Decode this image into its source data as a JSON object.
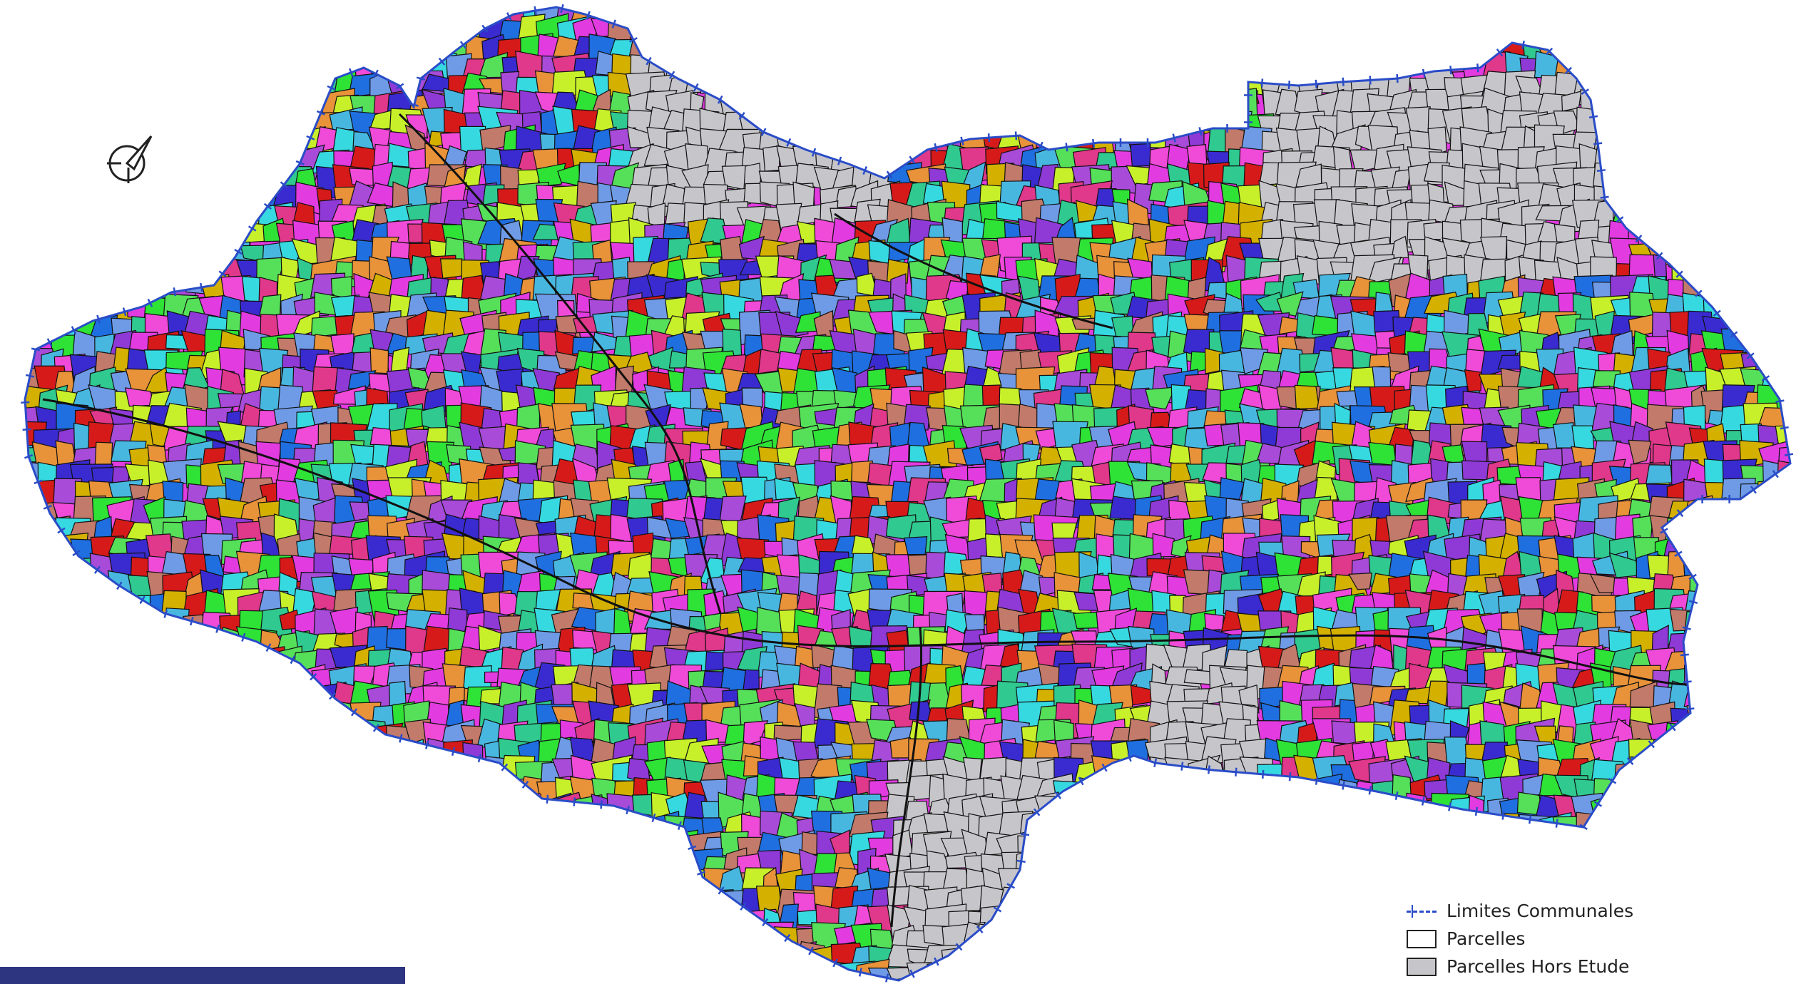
{
  "map": {
    "colors": {
      "commune_boundary": "#2a4cc8",
      "parcel_outline": "#111111",
      "hors_etude_fill": "#c6c6ca",
      "background": "#ffffff",
      "palette": [
        "#e23be0",
        "#2ee336",
        "#1f6fe0",
        "#a84bd8",
        "#c8f02a",
        "#e0388a",
        "#37d9e0",
        "#e8923a",
        "#3a2bd0",
        "#d61a1a",
        "#30c990",
        "#8f3ad6",
        "#c27a6a",
        "#48b7e0",
        "#6f9be6",
        "#d4b000",
        "#f04ad8",
        "#56e05a"
      ]
    },
    "compass_icon": "compass-north-icon"
  },
  "legend": {
    "items": [
      {
        "label": "Limites Communales",
        "icon": "dashed-boundary-icon"
      },
      {
        "label": "Parcelles",
        "icon": "parcel-swatch-icon"
      },
      {
        "label": "Parcelles Hors Etude",
        "icon": "grey-parcel-swatch-icon"
      }
    ]
  },
  "scale_bar": {
    "color": "#2e3580"
  }
}
